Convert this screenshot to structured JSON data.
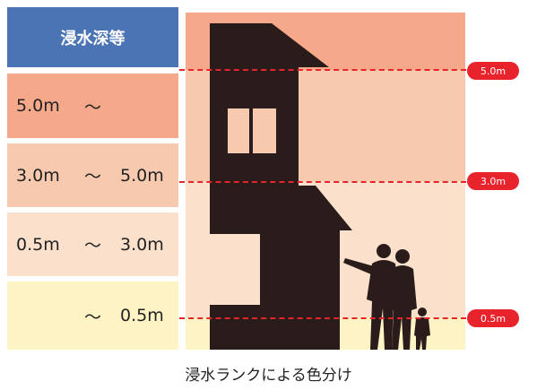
{
  "legend": {
    "header": "浸水深等",
    "rows": [
      {
        "from": "5.0m",
        "tilde": "〜",
        "to": "",
        "color": "#f5a98a"
      },
      {
        "from": "3.0m",
        "tilde": "〜",
        "to": "5.0m",
        "color": "#f7c9af"
      },
      {
        "from": "0.5m",
        "tilde": "〜",
        "to": "3.0m",
        "color": "#fbe0cc"
      },
      {
        "from": "",
        "tilde": "〜",
        "to": "0.5m",
        "color": "#fdf3c4"
      }
    ],
    "header_color": "#4a74b4"
  },
  "markers": [
    {
      "label": "5.0m"
    },
    {
      "label": "3.0m"
    },
    {
      "label": "0.5m"
    }
  ],
  "marker_color": "#e8232c",
  "caption": "浸水ランクによる色分け"
}
